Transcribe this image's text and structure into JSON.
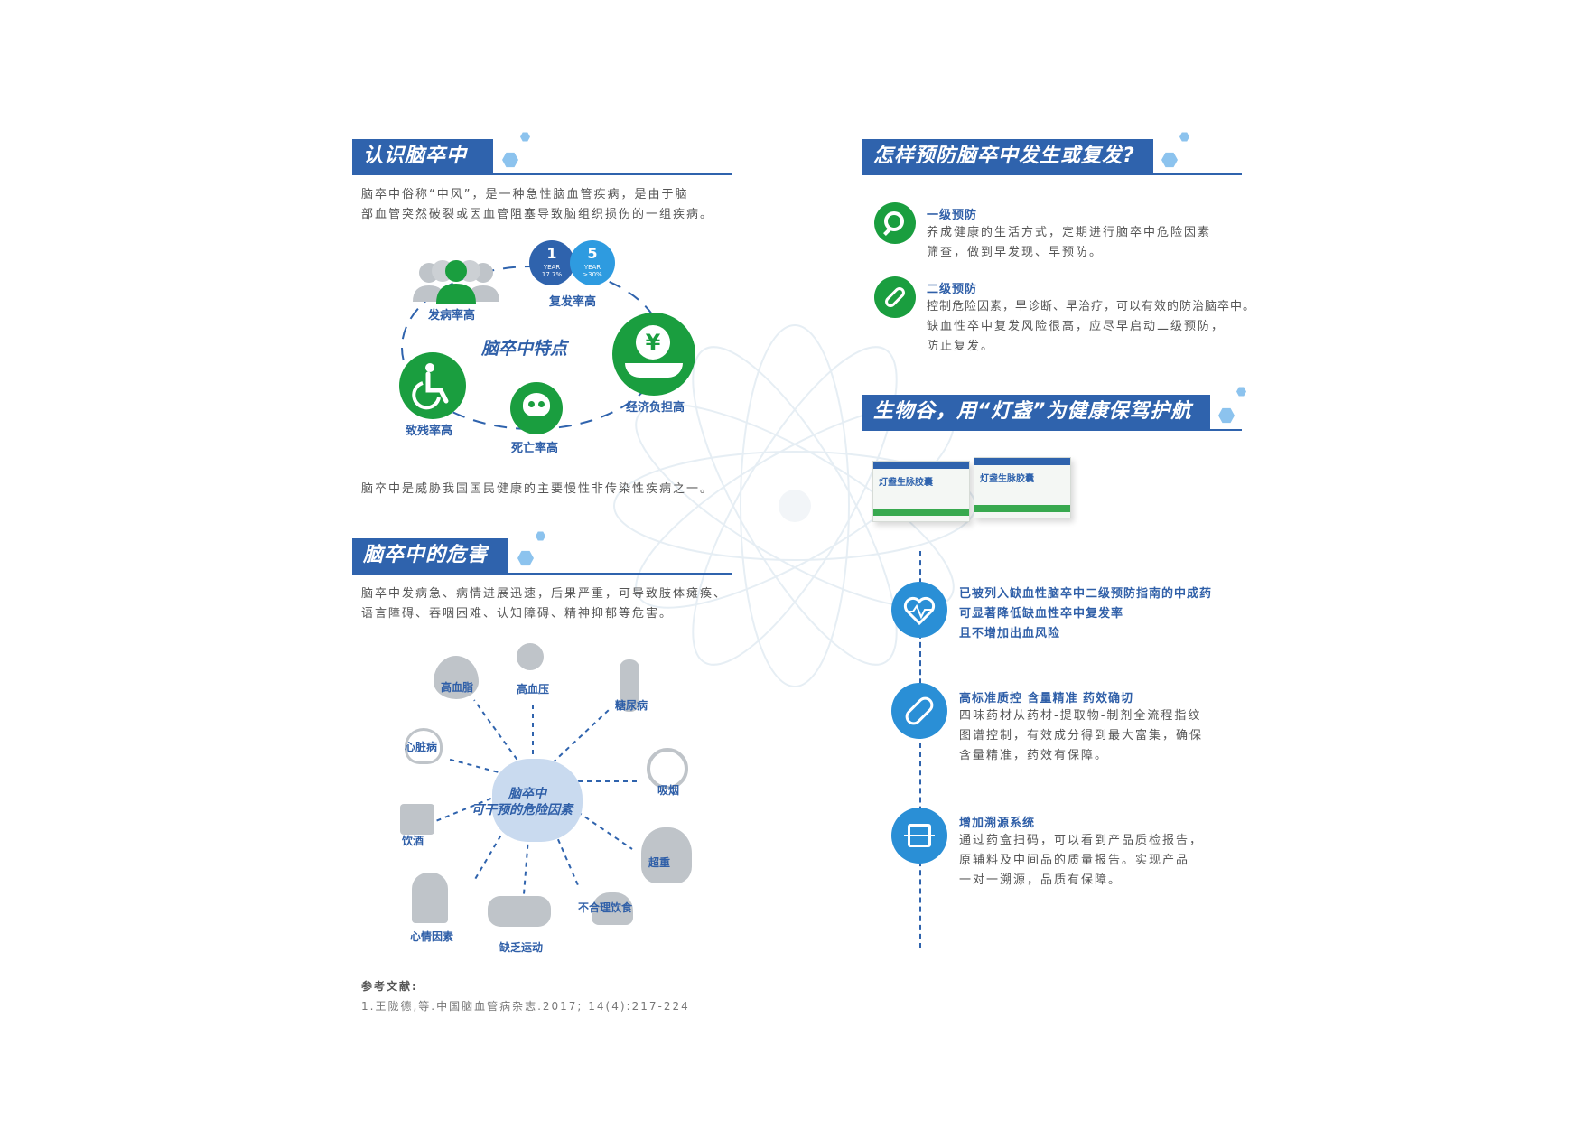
{
  "left": {
    "section1": {
      "title": "认识脑卒中",
      "intro_line1": "脑卒中俗称“中风”，是一种急性脑血管疾病，是由于脑",
      "intro_line2": "部血管突然破裂或因血管阻塞导致脑组织损伤的一组疾病。",
      "diagram_center": "脑卒中特点",
      "labels": {
        "incidence": "发病率高",
        "recurrence": "复发率高",
        "economic": "经济负担高",
        "mortality": "死亡率高",
        "disability": "致残率高"
      },
      "badge1": {
        "number": "1",
        "unit": "YEAR",
        "percent": "17.7%"
      },
      "badge5": {
        "number": "5",
        "unit": "YEAR",
        "percent": ">30%"
      },
      "yuan_symbol": "¥",
      "closing": "脑卒中是威胁我国国民健康的主要慢性非传染性疾病之一。"
    },
    "section2": {
      "title": "脑卒中的危害",
      "text_line1": "脑卒中发病急、病情进展迅速，后果严重，可导致肢体瘫痪、",
      "text_line2": "语言障碍、吞咽困难、认知障碍、精神抑郁等危害。",
      "center_line1": "脑卒中",
      "center_line2": "可干预的危险因素",
      "factors": {
        "lipid": "高血脂",
        "bp": "高血压",
        "diabetes": "糖尿病",
        "heart": "心脏病",
        "smoke": "吸烟",
        "alcohol": "饮酒",
        "overweight": "超重",
        "mood": "心情因素",
        "exercise": "缺乏运动",
        "diet": "不合理饮食"
      }
    },
    "references": {
      "heading": "参考文献:",
      "item1": "1.王陇德,等.中国脑血管病杂志.2017; 14(4):217-224"
    }
  },
  "right": {
    "section3": {
      "title": "怎样预防脑卒中发生或复发?",
      "primary": {
        "title": "一级预防",
        "line1": "养成健康的生活方式，定期进行脑卒中危险因素",
        "line2": "筛查，做到早发现、早预防。"
      },
      "secondary": {
        "title": "二级预防",
        "line1": "控制危险因素，早诊断、早治疗，可以有效的防治脑卒中。",
        "line2": "缺血性卒中复发风险很高，应尽早启动二级预防，",
        "line3": "防止复发。"
      }
    },
    "section4": {
      "title": "生物谷，用“灯盏”为健康保驾护航",
      "product_name": "灯盏生脉胶囊",
      "item1": {
        "line1": "已被列入缺血性脑卒中二级预防指南的中成药",
        "line2": "可显著降低缺血性卒中复发率",
        "line3": "且不增加出血风险"
      },
      "item2": {
        "title": "高标准质控 含量精准 药效确切",
        "line1": "四味药材从药材-提取物-制剂全流程指纹",
        "line2": "图谱控制，有效成分得到最大富集，确保",
        "line3": "含量精准，药效有保障。"
      },
      "item3": {
        "title": "增加溯源系统",
        "line1": "通过药盒扫码，可以看到产品质检报告，",
        "line2": "原辅料及中间品的质量报告。实现产品",
        "line3": "一对一溯源，品质有保障。"
      }
    }
  },
  "colors": {
    "brand_blue": "#2f63ad",
    "green": "#1a9e3f",
    "light_blue": "#2a8fd6",
    "gray_icon": "#bfc4c9"
  }
}
